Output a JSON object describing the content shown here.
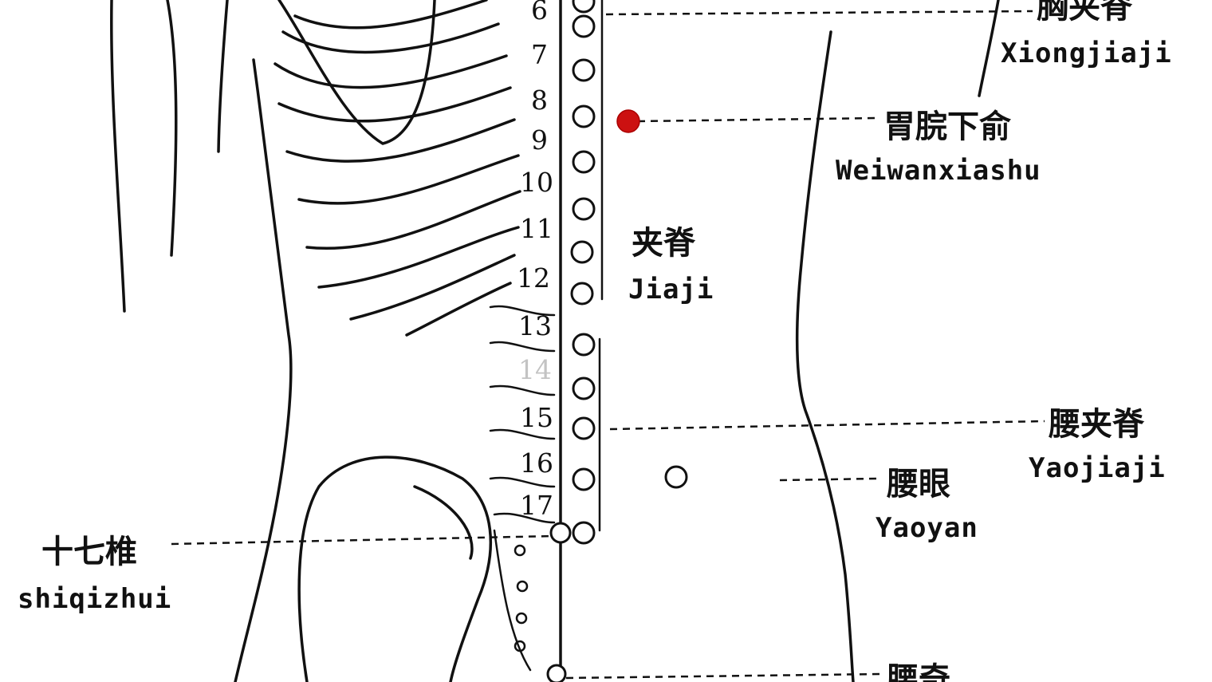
{
  "labels": {
    "xiongjiaji": {
      "cn": "胸夹脊",
      "py": "Xiongjiaji"
    },
    "weiwanxiashu": {
      "cn": "胃脘下俞",
      "py": "Weiwanxiashu"
    },
    "jiaji": {
      "cn": "夹脊",
      "py": "Jiaji"
    },
    "yaojiaji": {
      "cn": "腰夹脊",
      "py": "Yaojiaji"
    },
    "yaoyan": {
      "cn": "腰眼",
      "py": "Yaoyan"
    },
    "shiqizhui": {
      "cn": "十七椎",
      "py": "shiqizhui"
    },
    "yaoqi": {
      "cn": "腰奇"
    }
  },
  "vertebra_numbers": [
    "6",
    "7",
    "8",
    "9",
    "10",
    "11",
    "12",
    "13",
    "14",
    "15",
    "16",
    "17"
  ],
  "colors": {
    "highlight_point": "#cc1111",
    "ink": "#111111"
  }
}
